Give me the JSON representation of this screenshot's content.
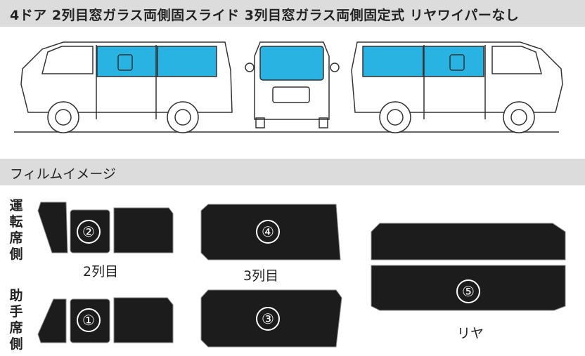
{
  "header": {
    "title": "4ドア 2列目窓ガラス両側固スライド 3列目窓ガラス両側固定式 リヤワイパーなし"
  },
  "section2": {
    "title": "フィルムイメージ"
  },
  "labels": {
    "driver_side": "運転席側",
    "passenger_side": "助手席側",
    "row2": "2列目",
    "row3": "3列目",
    "rear": "リヤ"
  },
  "numbers": {
    "n1": "①",
    "n2": "②",
    "n3": "③",
    "n4": "④",
    "n5": "⑤"
  },
  "colors": {
    "glass": "#29b3e3",
    "film": "#1c1c1c",
    "band": "#dcdcdc"
  }
}
